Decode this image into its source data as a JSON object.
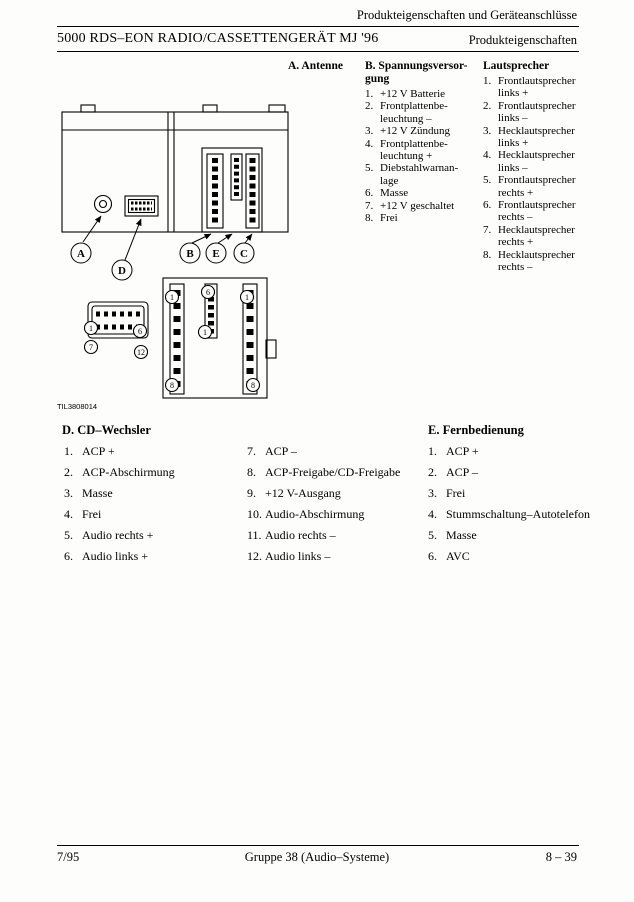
{
  "header": {
    "top_right": "Produkteigenschaften und Geräteanschlüsse",
    "title": "5000 RDS–EON RADIO/CASSETTENGERÄT MJ '96",
    "title_right": "Produkteigenschaften"
  },
  "columns": {
    "antenne": {
      "title": "A. Antenne"
    },
    "spannung": {
      "title_line1": "B. Spannungsversor-",
      "title_line2": "gung",
      "items": [
        {
          "n": "1.",
          "t": "+12 V Batterie"
        },
        {
          "n": "2.",
          "t": "Frontplattenbe-\nleuchtung –"
        },
        {
          "n": "3.",
          "t": "+12 V Zündung"
        },
        {
          "n": "4.",
          "t": "Frontplattenbe-\nleuchtung +"
        },
        {
          "n": "5.",
          "t": "Diebstahlwarnan-\nlage"
        },
        {
          "n": "6.",
          "t": "Masse"
        },
        {
          "n": "7.",
          "t": "+12 V geschaltet"
        },
        {
          "n": "8.",
          "t": "Frei"
        }
      ]
    },
    "lautsprecher": {
      "title": "Lautsprecher",
      "items": [
        {
          "n": "1.",
          "t": "Frontlautsprecher\nlinks +"
        },
        {
          "n": "2.",
          "t": "Frontlautsprecher\nlinks –"
        },
        {
          "n": "3.",
          "t": "Hecklautsprecher\nlinks +"
        },
        {
          "n": "4.",
          "t": "Hecklautsprecher\nlinks –"
        },
        {
          "n": "5.",
          "t": "Frontlautsprecher\nrechts +"
        },
        {
          "n": "6.",
          "t": "Frontlautsprecher\nrechts –"
        },
        {
          "n": "7.",
          "t": "Hecklautsprecher\nrechts +"
        },
        {
          "n": "8.",
          "t": "Hecklautsprecher\nrechts –"
        }
      ]
    }
  },
  "cd_wechsler": {
    "title": "D. CD–Wechsler",
    "col1": [
      {
        "n": "1.",
        "t": "ACP +"
      },
      {
        "n": "2.",
        "t": "ACP-Abschirmung"
      },
      {
        "n": "3.",
        "t": "Masse"
      },
      {
        "n": "4.",
        "t": "Frei"
      },
      {
        "n": "5.",
        "t": "Audio rechts +"
      },
      {
        "n": "6.",
        "t": "Audio links +"
      }
    ],
    "col2": [
      {
        "n": "7.",
        "t": "ACP –"
      },
      {
        "n": "8.",
        "t": "ACP-Freigabe/CD-Freigabe"
      },
      {
        "n": "9.",
        "t": "+12 V-Ausgang"
      },
      {
        "n": "10.",
        "t": "Audio-Abschirmung"
      },
      {
        "n": "11.",
        "t": "Audio rechts –"
      },
      {
        "n": "12.",
        "t": "Audio links –"
      }
    ]
  },
  "fernbedienung": {
    "title": "E. Fernbedienung",
    "items": [
      {
        "n": "1.",
        "t": "ACP +"
      },
      {
        "n": "2.",
        "t": "ACP –"
      },
      {
        "n": "3.",
        "t": "Frei"
      },
      {
        "n": "4.",
        "t": "Stummschaltung–Autotelefon"
      },
      {
        "n": "5.",
        "t": "Masse"
      },
      {
        "n": "6.",
        "t": "AVC"
      }
    ]
  },
  "figure": {
    "id_label": "TIL3808014",
    "callouts": {
      "a": "A",
      "b": "B",
      "c": "C",
      "d": "D",
      "e": "E"
    },
    "pins": {
      "cd_1": "1",
      "cd_6": "6",
      "cd_7": "7",
      "cd_12": "12",
      "b_top": "1",
      "b_bottom": "8",
      "e_top": "6",
      "e_bottom": "1",
      "c_top": "1",
      "c_bottom": "8"
    }
  },
  "footer": {
    "left": "7/95",
    "center": "Gruppe 38 (Audio–Systeme)",
    "right": "8 – 39"
  }
}
